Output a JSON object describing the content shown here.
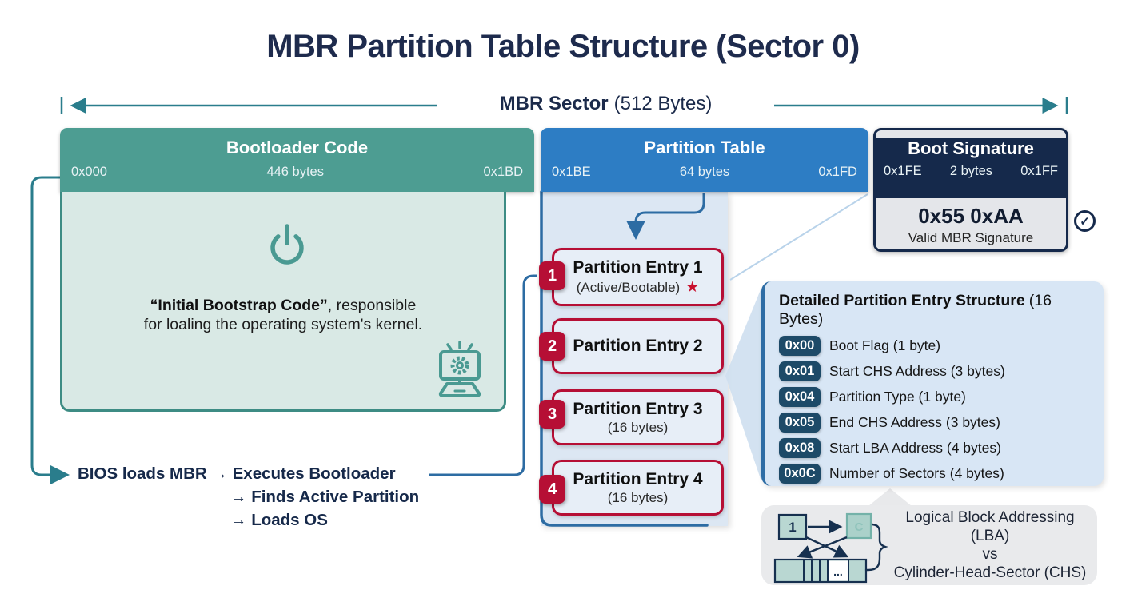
{
  "title": "MBR Partition Table Structure (Sector 0)",
  "colors": {
    "teal_header": "#4d9d92",
    "blue_header": "#2d7dc4",
    "navy_header": "#15294b",
    "crimson": "#b60f35",
    "teal_line": "#2a7d8c",
    "blue_line": "#2d6ca3",
    "bootloader_body_bg": "#d9e9e5",
    "partition_column_bg": "#dce7f3",
    "detail_panel_bg": "#d8e6f5",
    "gray_panel_bg": "#e9eaec",
    "offset_badge_bg": "#1d4a68"
  },
  "ruler": {
    "label_bold": "MBR Sector",
    "label_rest": "(512 Bytes)"
  },
  "bootloader": {
    "header": "Bootloader Code",
    "start": "0x000",
    "size": "446 bytes",
    "end": "0x1BD",
    "desc_bold": "“Initial Bootstrap Code”",
    "desc_rest": ", responsible",
    "desc_line2": "for loaling the operating system's kernel."
  },
  "partition_table": {
    "header": "Partition Table",
    "start": "0x1BE",
    "size": "64 bytes",
    "end": "0x1FD",
    "entries": [
      {
        "num": "1",
        "title": "Partition Entry 1",
        "subtitle": "(Active/Bootable)",
        "star": "★"
      },
      {
        "num": "2",
        "title": "Partition Entry 2",
        "subtitle": ""
      },
      {
        "num": "3",
        "title": "Partition Entry 3",
        "subtitle": "(16 bytes)"
      },
      {
        "num": "4",
        "title": "Partition Entry 4",
        "subtitle": "(16 bytes)"
      }
    ]
  },
  "boot_signature": {
    "header": "Boot Signature",
    "start": "0x1FE",
    "size": "2 bytes",
    "end": "0x1FF",
    "value": "0x55 0xAA",
    "caption": "Valid MBR Signature",
    "check": "✓"
  },
  "detail_panel": {
    "title_bold": "Detailed Partition Entry Structure",
    "title_rest": "(16 Bytes)",
    "rows": [
      {
        "offset": "0x00",
        "label": "Boot Flag (1 byte)"
      },
      {
        "offset": "0x01",
        "label": "Start CHS Address (3 bytes)"
      },
      {
        "offset": "0x04",
        "label": "Partition Type (1 byte)"
      },
      {
        "offset": "0x05",
        "label": "End CHS Address (3 bytes)"
      },
      {
        "offset": "0x08",
        "label": "Start LBA Address (4 bytes)"
      },
      {
        "offset": "0x0C",
        "label": "Number of Sectors (4 bytes)"
      }
    ]
  },
  "lba_chs": {
    "line1": "Logical Block Addressing (LBA)",
    "line2": "vs",
    "line3": "Cylinder-Head-Sector (CHS)",
    "box1": "1",
    "box2": "C",
    "dots": "..."
  },
  "flow": {
    "step1": "BIOS loads MBR → Executes Bootloader",
    "step2": "→ Finds Active Partition",
    "step3": "→ Loads OS"
  }
}
